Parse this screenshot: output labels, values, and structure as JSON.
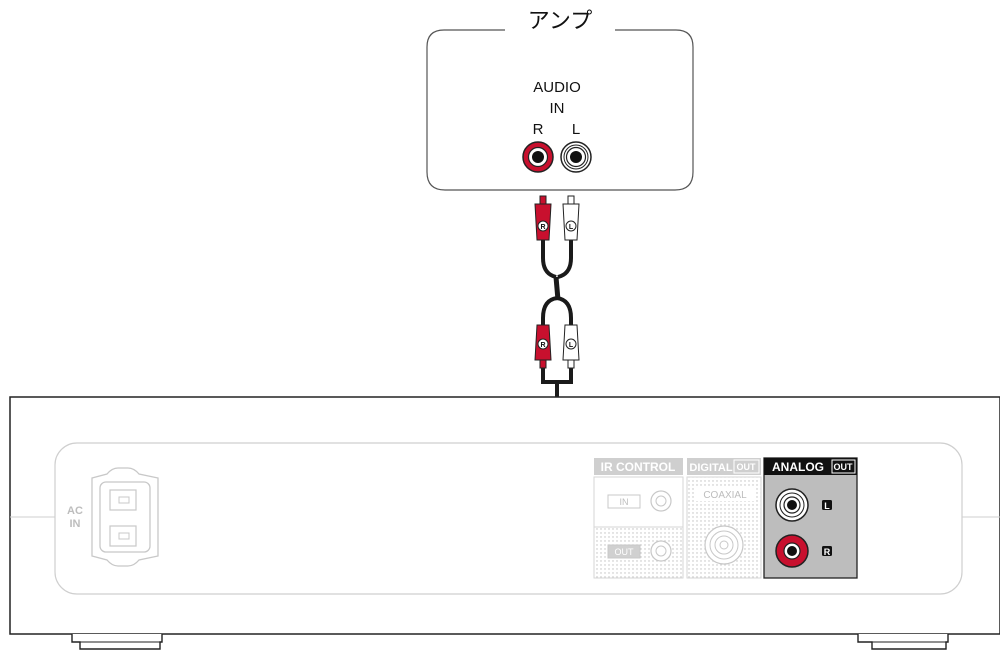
{
  "amplifier": {
    "title": "アンプ",
    "audio_label": "AUDIO",
    "in_label": "IN",
    "r_label": "R",
    "l_label": "L"
  },
  "cable": {
    "plug_r_mark": "R",
    "plug_l_mark": "L"
  },
  "device": {
    "ac_in_line1": "AC",
    "ac_in_line2": "IN",
    "ir_control_label": "IR CONTROL",
    "ir_in_label": "IN",
    "ir_out_label": "OUT",
    "digital_label": "DIGITAL",
    "digital_out_label": "OUT",
    "coaxial_label": "COAXIAL",
    "analog_label": "ANALOG",
    "analog_out_label": "OUT",
    "analog_l_label": "L",
    "analog_r_label": "R"
  },
  "colors": {
    "jack_red": "#c8102e",
    "cable": "#1a1a1a",
    "faded_outline": "#c8c8c8",
    "analog_panel": "#bdbdbd"
  }
}
